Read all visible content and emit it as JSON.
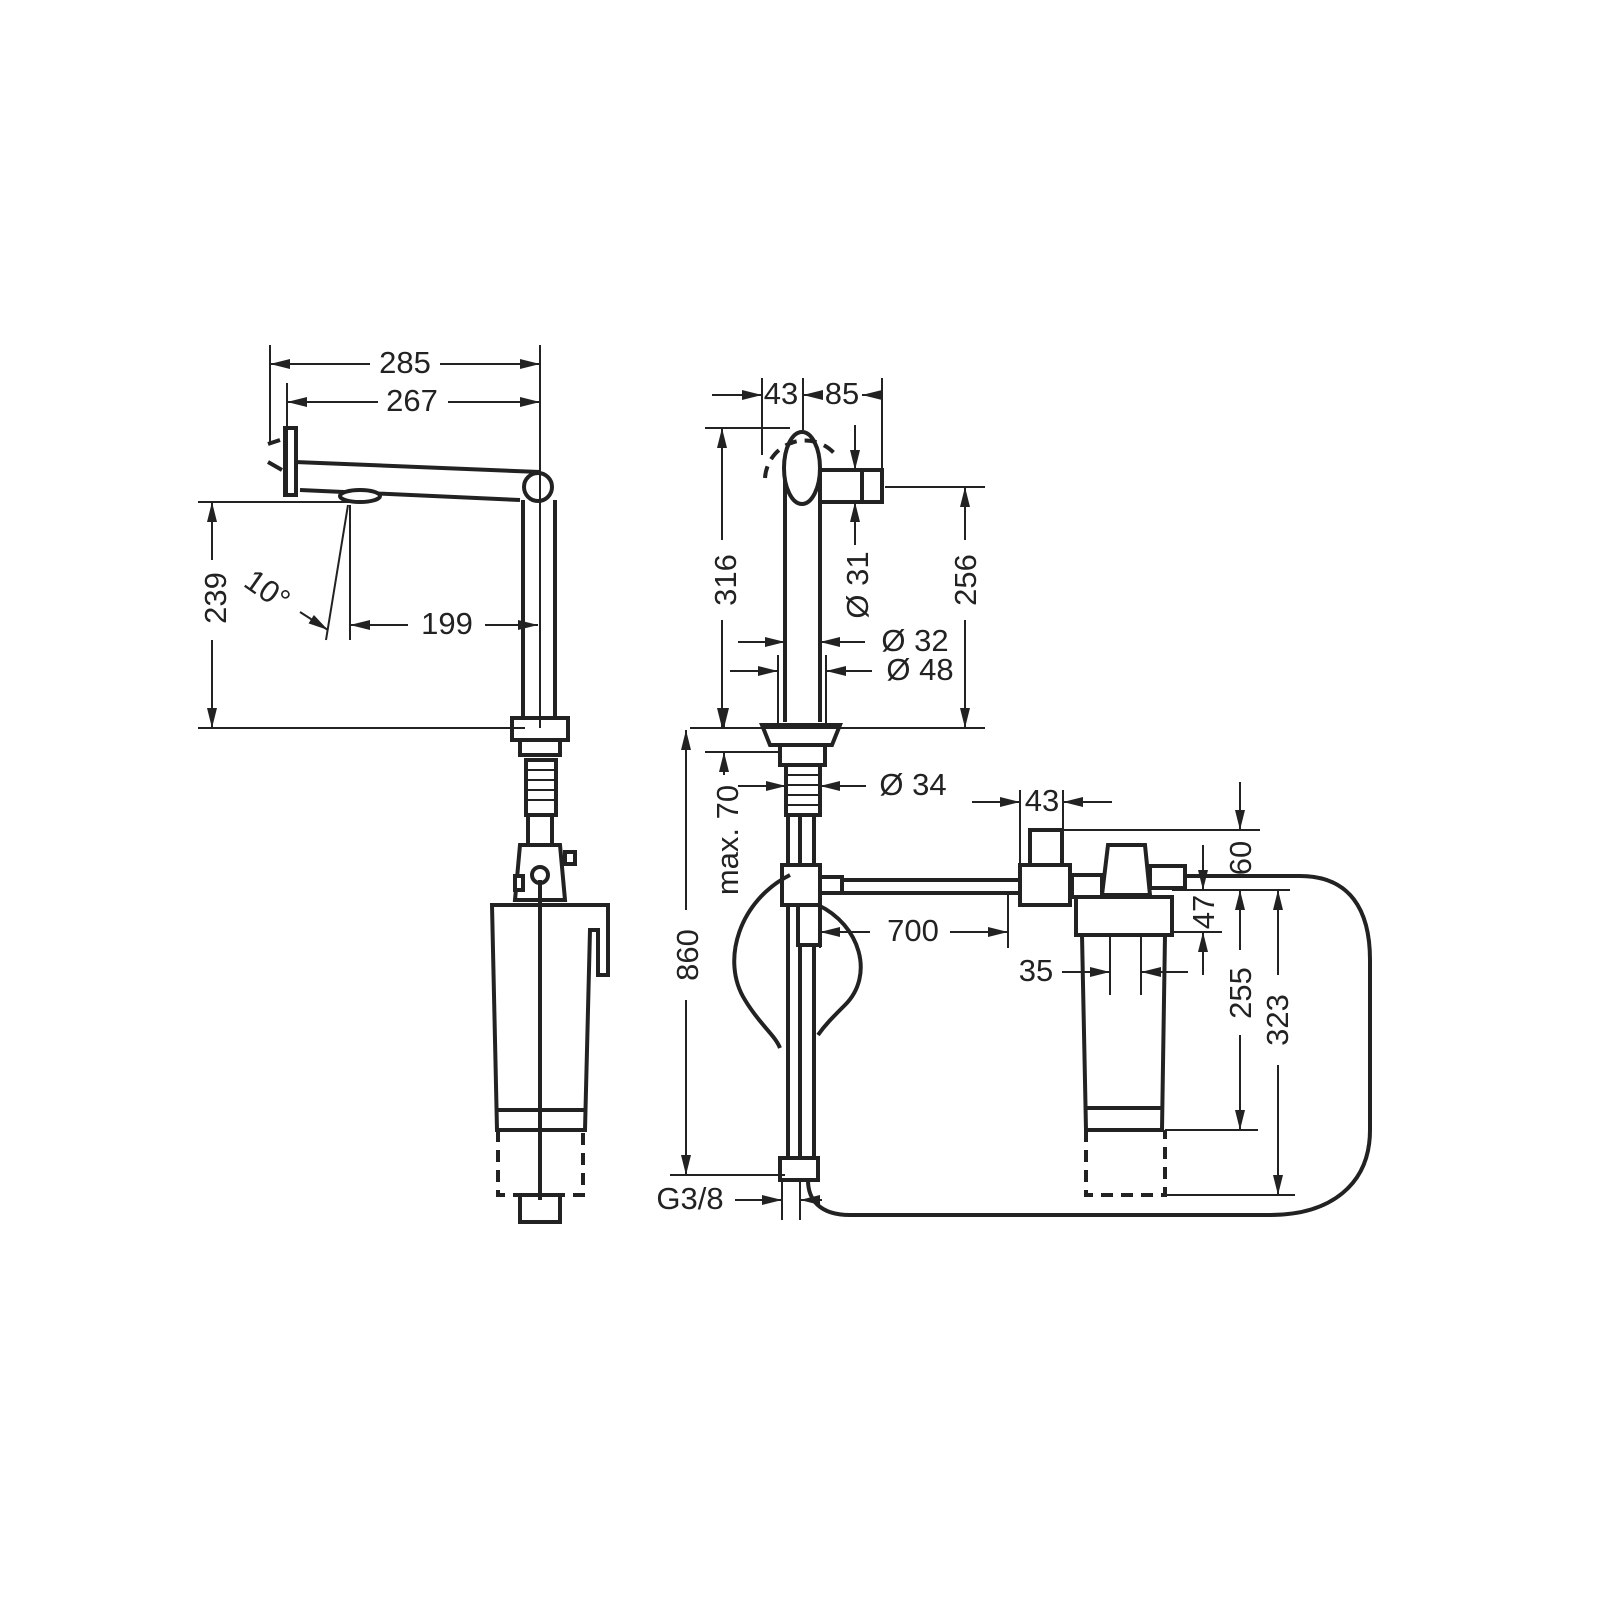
{
  "title": "Kitchen mixer with water filter – dimensional drawing",
  "colors": {
    "line": "#222222",
    "background": "#ffffff"
  },
  "side_view": {
    "dim_total_reach": "285",
    "dim_spout_reach": "267",
    "dim_spout_height": "239",
    "dim_angle": "10°",
    "dim_spout_to_column": "199"
  },
  "front_view": {
    "dim_handle_left": "43",
    "dim_handle_right": "85",
    "dim_total_height": "316",
    "dim_handle_height": "256",
    "dim_handle_diameter": "Ø 31",
    "dim_column_diameter": "Ø 32",
    "dim_base_diameter": "Ø 48",
    "dim_thread_diameter": "Ø 34",
    "dim_max_deck": "max. 70",
    "dim_hose_length": "860",
    "dim_connection": "G3/8"
  },
  "filter_unit": {
    "dim_hose_length": "700",
    "dim_valve_width": "43",
    "dim_top_offset": "60",
    "dim_cap_height": "47",
    "dim_bracket_spacing": "35",
    "dim_body_height": "255",
    "dim_total_height": "323"
  }
}
